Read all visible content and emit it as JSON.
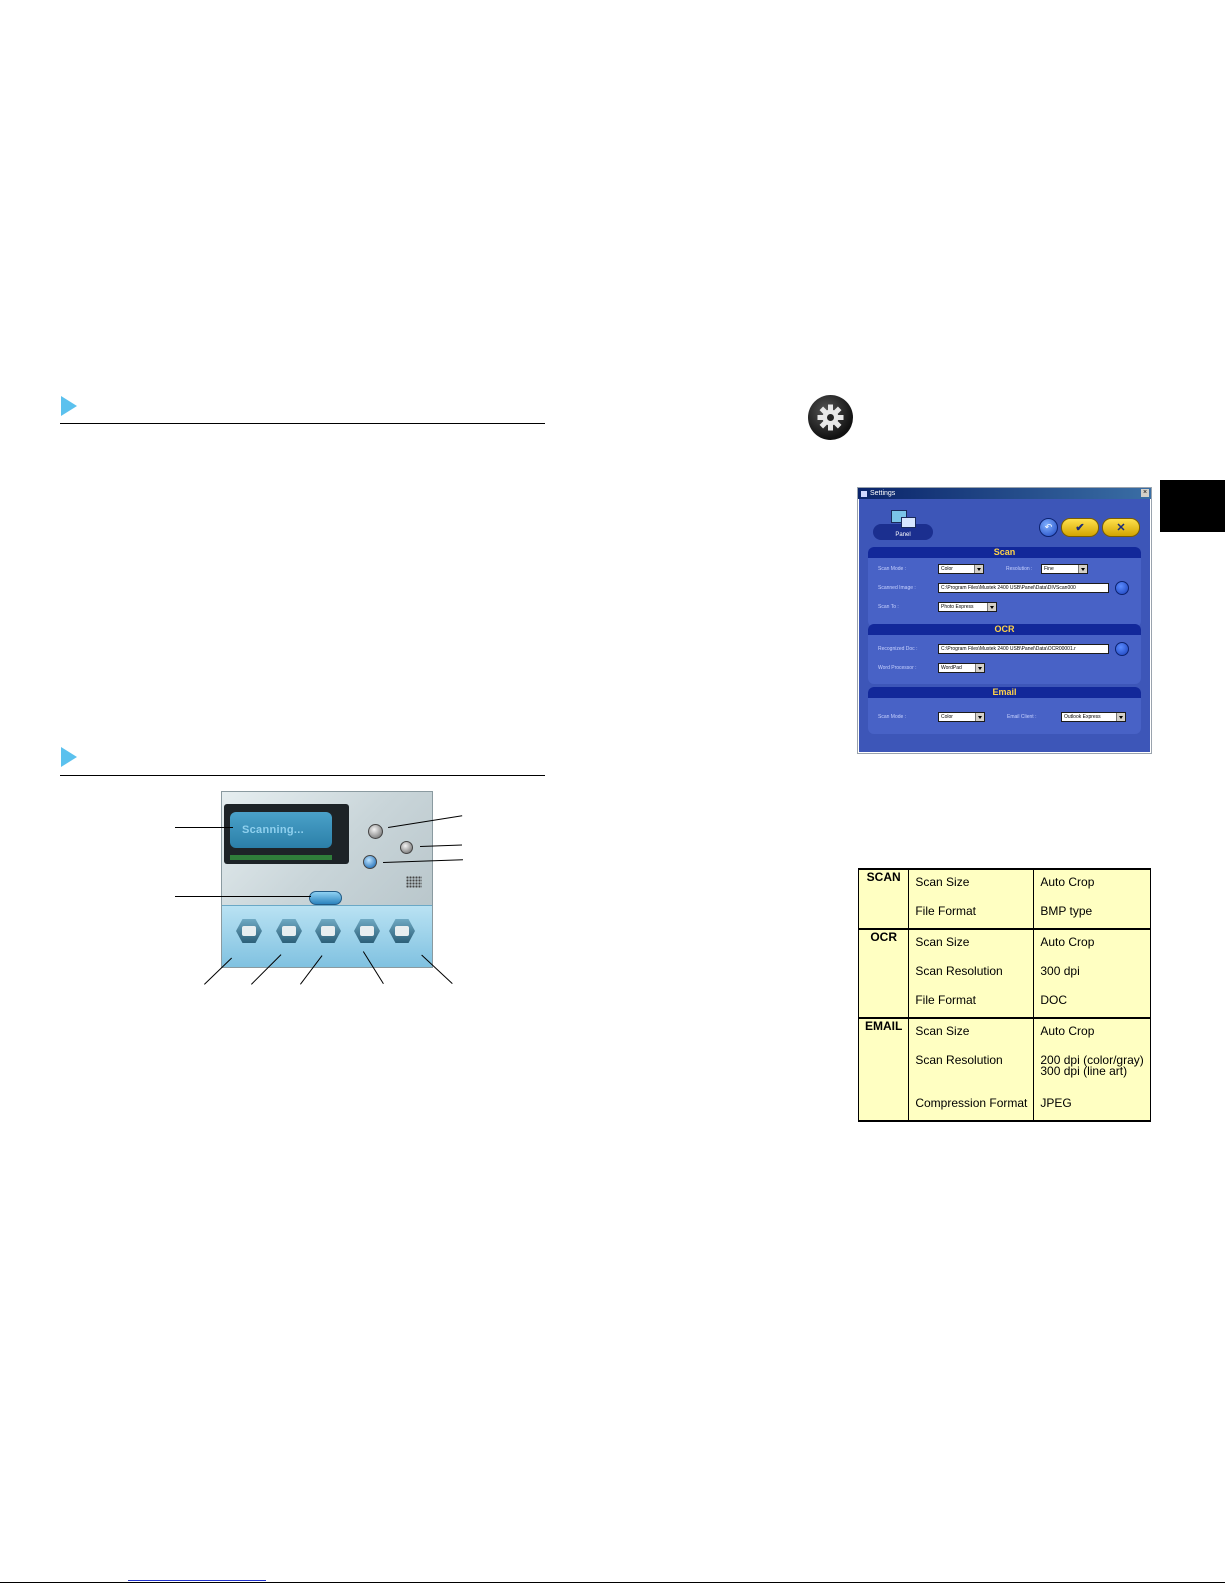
{
  "panel": {
    "lcd_text": "Scanning..."
  },
  "settings_window": {
    "title": "Settings",
    "panel_tab_label": "Panel",
    "ok_button": "✔",
    "cancel_button": "✕",
    "scan": {
      "header": "Scan",
      "scan_mode_label": "Scan Mode :",
      "scan_mode_value": "Color",
      "resolution_label": "Resolution :",
      "resolution_value": "Fine",
      "scanned_image_label": "Scanned Image :",
      "scanned_image_value": "C:\\Program Files\\Mustek 2400 USB\\Panel\\Data\\DIVScan000",
      "scan_to_label": "Scan To :",
      "scan_to_value": "Photo Express"
    },
    "ocr": {
      "header": "OCR",
      "recognized_doc_label": "Recognized Doc :",
      "recognized_doc_value": "C:\\Program Files\\Mustek 2400 USB\\Panel\\Data\\OCR00001.r",
      "word_processor_label": "Word Processor :",
      "word_processor_value": "WordPad"
    },
    "email": {
      "header": "Email",
      "scan_mode_label": "Scan Mode :",
      "scan_mode_value": "Color",
      "email_client_label": "Email Client :",
      "email_client_value": "Outlook Express"
    }
  },
  "defaults_table": {
    "scan": {
      "category": "SCAN",
      "rows": [
        {
          "item": "Scan Size",
          "value": "Auto Crop"
        },
        {
          "item": "File Format",
          "value": "BMP type"
        }
      ]
    },
    "ocr": {
      "category": "OCR",
      "rows": [
        {
          "item": "Scan Size",
          "value": "Auto Crop"
        },
        {
          "item": "Scan Resolution",
          "value": "300 dpi"
        },
        {
          "item": "File Format",
          "value": "DOC"
        }
      ]
    },
    "email": {
      "category": "EMAIL",
      "rows": [
        {
          "item": "Scan Size",
          "value": "Auto Crop"
        },
        {
          "item": "Scan Resolution",
          "value": "200 dpi (color/gray)",
          "value2": "300 dpi (line art)"
        },
        {
          "item": "Compression Format",
          "value": "JPEG"
        }
      ]
    }
  },
  "colors": {
    "section_marker": "#5bc1ee",
    "table_background": "#ffffc2",
    "settings_body": "#3d56b8",
    "group_header_text": "#ffd34a"
  },
  "icons": {
    "section_marker": "triangle-right-icon",
    "settings": "gear-icon"
  }
}
